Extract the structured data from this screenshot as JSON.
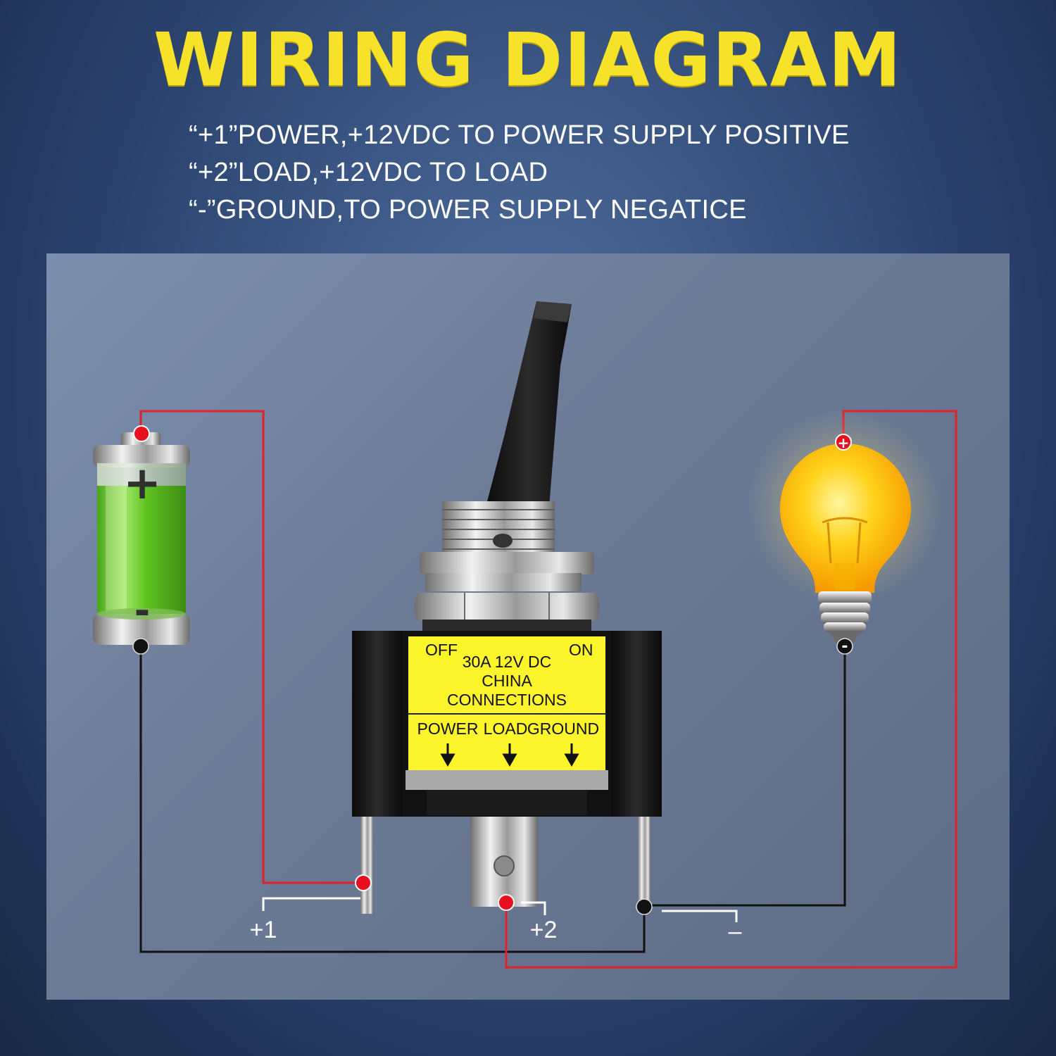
{
  "title": "WIRING DIAGRAM",
  "notes": [
    "“+1”POWER,+12VDC TO POWER SUPPLY POSITIVE",
    "“+2”LOAD,+12VDC TO LOAD",
    "“-”GROUND,TO POWER SUPPLY NEGATICE"
  ],
  "battery": {
    "plus_symbol": "+",
    "minus_symbol": "-"
  },
  "bulb": {
    "plus_symbol": "+",
    "minus_symbol": "-"
  },
  "switch_label": {
    "off": "OFF",
    "on": "ON",
    "rating": "30A  12V DC",
    "origin": "CHINA",
    "connections": "CONNECTIONS",
    "power": "POWER",
    "load": "LOAD",
    "ground": "GROUND"
  },
  "terminals": {
    "power": "+1",
    "load": "+2",
    "ground": "–"
  },
  "colors": {
    "title": "#f7e22a",
    "positive_wire": "#e0202a",
    "negative_wire": "#111111",
    "battery_fill": "#6fd02a",
    "bulb_glow": "#ffc400",
    "switch_label_bg": "#fdf52c"
  }
}
